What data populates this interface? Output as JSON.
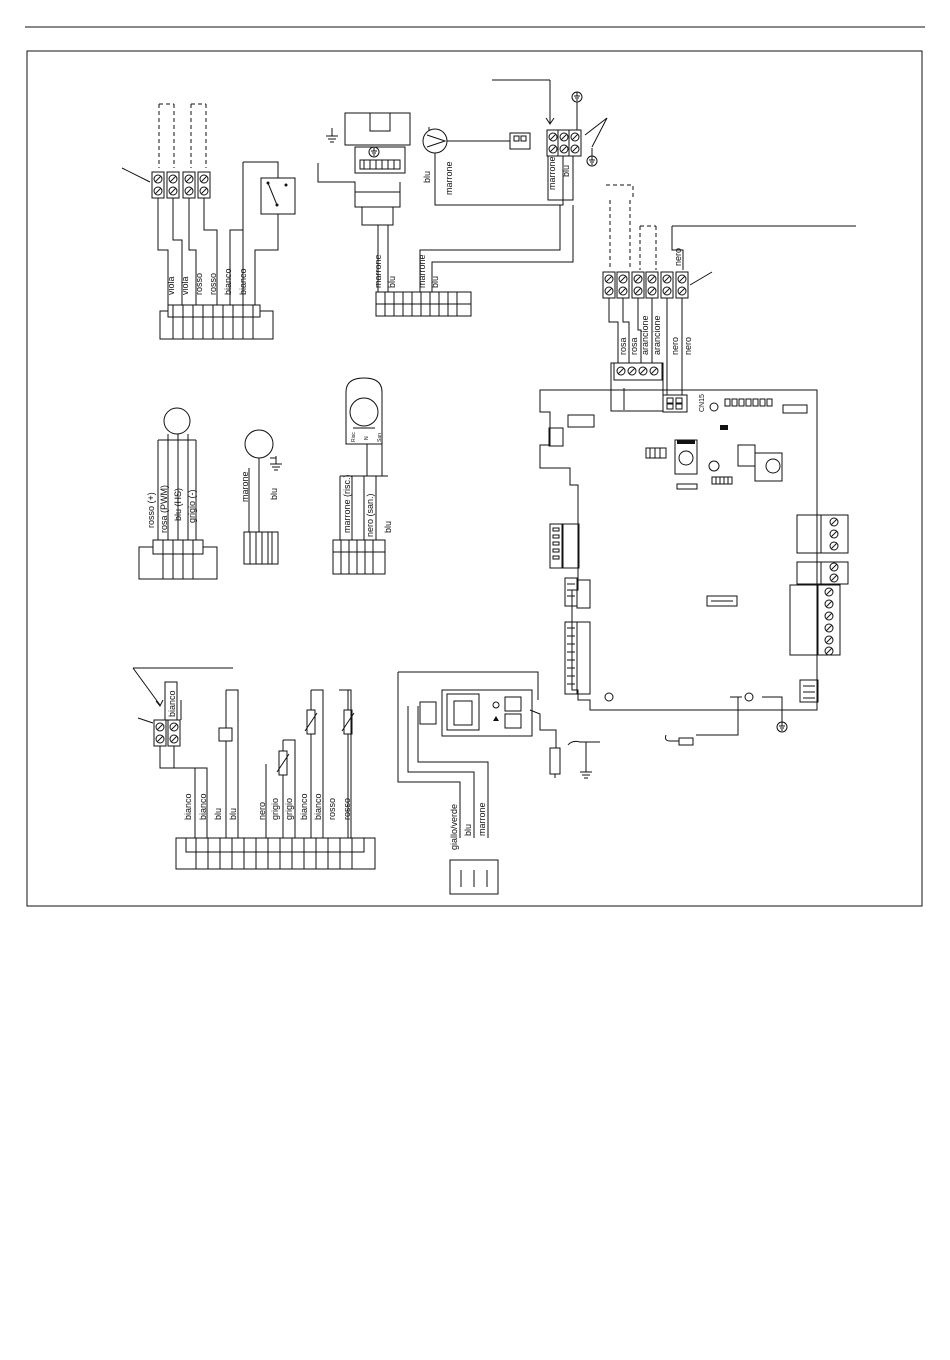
{
  "wires": {
    "stat_inputs": [
      "viola",
      "viola",
      "rosso",
      "rosso",
      "bianco",
      "bianco"
    ],
    "pump": [
      "marrone",
      "blu",
      "marrone",
      "blu"
    ],
    "pump_wire_marrone": "marrone",
    "pump_wire_blu": "blu",
    "main_supply": [
      "marrone",
      "blu"
    ],
    "aux_inputs": [
      "rosa",
      "rosa",
      "arancione",
      "arancione",
      "nero",
      "nero"
    ],
    "aux_top": "nero",
    "fan": [
      "rosso (+)",
      "rosa (PWM)",
      "blu (HS)",
      "grigio (-)"
    ],
    "valve": [
      "marone",
      "blu"
    ],
    "diverter": [
      "marrone (risc.)",
      "nero (san.)",
      "blu"
    ],
    "diverter_pins": [
      "Risc",
      "N",
      "San"
    ],
    "sensors": [
      "bianco",
      "bianco",
      "blu",
      "blu",
      "nero",
      "grigio",
      "grigio",
      "bianco",
      "bianco",
      "rosso",
      "rosso"
    ],
    "sensor_top": "bianco",
    "transformer": [
      "giallo/verde",
      "blu",
      "marrone"
    ]
  },
  "board": {
    "connector_label": "CN15"
  },
  "icons": [
    "earth-icon",
    "pump-symbol-icon",
    "fan-icon",
    "valve-coil-icon",
    "diverter-motor-icon",
    "thermostat-switch-icon",
    "flow-switch-icon",
    "ntc-sensor-icon",
    "transformer-icon",
    "spark-electrode-icon"
  ]
}
